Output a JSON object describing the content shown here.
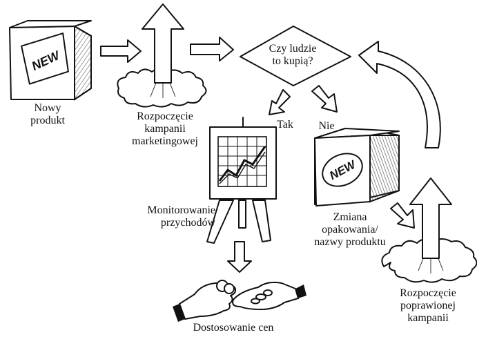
{
  "diagram": {
    "nodes": {
      "new_product": {
        "label": "Nowy\nprodukt",
        "box_text": "NEW"
      },
      "launch": {
        "label": "Rozpoczęcie\nkampanii\nmarketingowej"
      },
      "decision": {
        "label": "Czy ludzie\nto kupią?"
      },
      "yes_branch": {
        "label": "Tak"
      },
      "no_branch": {
        "label": "Nie"
      },
      "monitor": {
        "label": "Monitorowanie\nprzychodów"
      },
      "price": {
        "label": "Dostosowanie cen"
      },
      "rebrand": {
        "label": "Zmiana\nopakowania/\nnazwy produktu",
        "box_text": "NEW"
      },
      "relaunch": {
        "label": "Rozpoczęcie\npoprawionej\nkampanii"
      }
    }
  }
}
